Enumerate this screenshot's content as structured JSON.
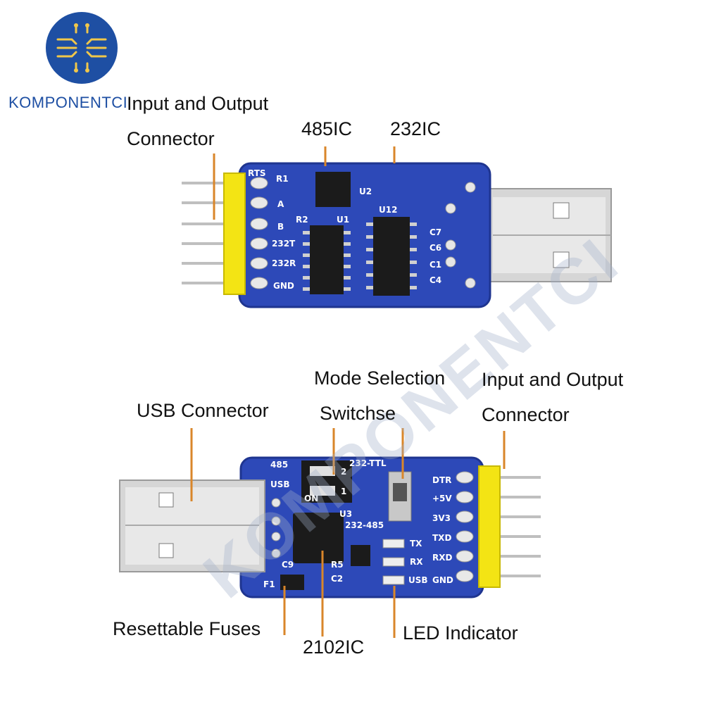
{
  "brand": {
    "name": "KOMPONENTCI",
    "watermark_text": "KOMPONENTCI",
    "logo_color": "#1e4fa3"
  },
  "board_top": {
    "labels": {
      "io_connector_line1": "Input and Output",
      "io_connector_line2": "Connector",
      "ic_485": "485IC",
      "ic_232": "232IC"
    },
    "silkscreen": {
      "rts": "RTS",
      "r1": "R1",
      "a": "A",
      "b": "B",
      "t232": "232T",
      "r232": "232R",
      "gnd": "GND",
      "r2": "R2",
      "u1": "U1",
      "u2": "U2",
      "u12": "U12",
      "c7": "C7",
      "c6": "C6",
      "c1": "C1",
      "c4": "C4"
    }
  },
  "board_bottom": {
    "labels": {
      "usb_connector": "USB Connector",
      "mode_selection_line1": "Mode Selection",
      "mode_selection_line2": "Switchse",
      "io_connector_line1": "Input and Output",
      "io_connector_line2": "Connector",
      "resettable_fuses": "Resettable Fuses",
      "ic_2102": "2102IC",
      "led_indicator": "LED Indicator"
    },
    "silkscreen": {
      "s485": "485",
      "usb": "USB",
      "on": "ON",
      "d1": "1",
      "d2": "2",
      "ttl232": "232-TTL",
      "u3": "U3",
      "r232485": "232-485",
      "dtr": "DTR",
      "p5v": "+5V",
      "p3v3": "3V3",
      "txd": "TXD",
      "rxd": "RXD",
      "gnd": "GND",
      "tx": "TX",
      "rx": "RX",
      "usb_led": "USB",
      "c9": "C9",
      "c2": "C2",
      "r5": "R5",
      "f1": "F1"
    }
  },
  "colors": {
    "pcb": "#2d49b8",
    "pcb_edge": "#1f3590",
    "header": "#f3e414",
    "leader": "#d9862a",
    "chip": "#1b1b1b",
    "metal": "#d4d4d4"
  }
}
